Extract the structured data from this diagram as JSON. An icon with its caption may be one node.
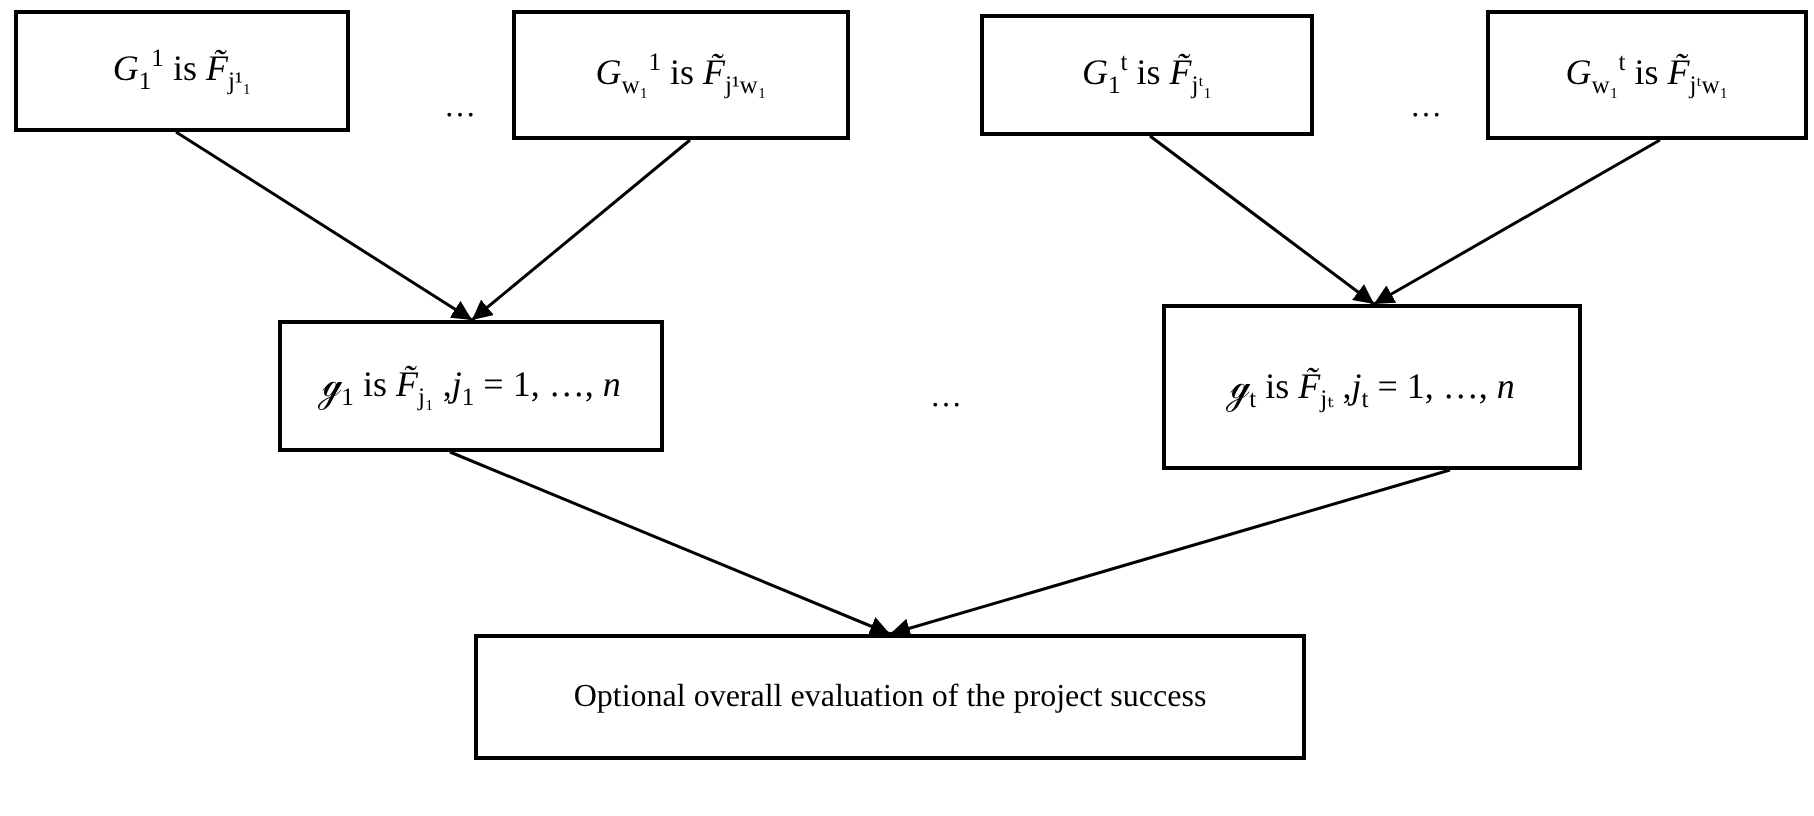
{
  "diagram": {
    "nodes": [
      {
        "text": [
          "*G*$_{1}$$^{1}$ is *F̃*$_{j¹₁}$"
        ]
      },
      {
        "text": [
          "*G*$_{w₁}$$^{1}$ is *F̃*$_{j¹w₁}$"
        ]
      },
      {
        "text": [
          "*G*$_{1}$$^{t}$ is *F̃*$_{jᵗ₁}$"
        ]
      },
      {
        "text": [
          "*G*$_{w₁}$$^{t}$ is *F̃*$_{jᵗw₁}$"
        ]
      },
      {
        "text": [
          "ℊ$_{1}$ is *F̃*$_{j₁}$ ,*j*$_{1}$ = 1, …, *n*"
        ]
      },
      {
        "text": [
          "ℊ$_{t}$ is *F̃*$_{jₜ}$ ,*j*$_{t}$ = 1, …, *n*"
        ]
      },
      {
        "text": [
          "Optional overall evaluation of the project success"
        ]
      }
    ],
    "edges": [
      {
        "from": 0,
        "to": 4,
        "arrow": "to"
      },
      {
        "from": 1,
        "to": 4,
        "arrow": "to"
      },
      {
        "from": 2,
        "to": 5,
        "arrow": "to"
      },
      {
        "from": 3,
        "to": 5,
        "arrow": "to"
      },
      {
        "from": 4,
        "to": 6,
        "arrow": "to"
      },
      {
        "from": 5,
        "to": 6,
        "arrow": "to"
      }
    ],
    "labels": [
      "…",
      "…",
      "…"
    ]
  }
}
